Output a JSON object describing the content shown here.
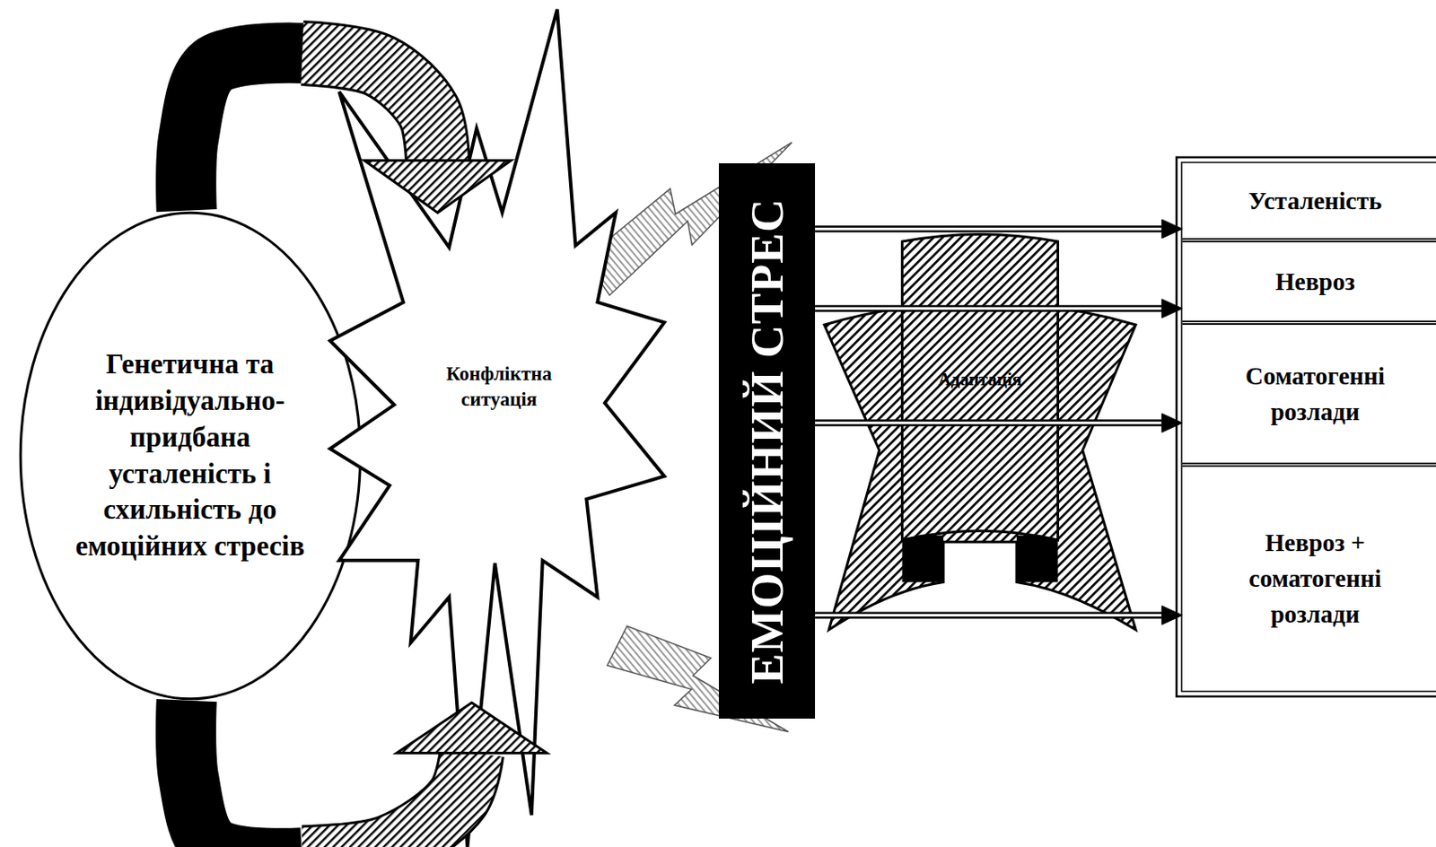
{
  "diagram": {
    "nodes": [
      {
        "text": [
          "Генетична та індивідуально-придбана усталеність і схильність до емоційних стресів"
        ]
      },
      {
        "text": [
          "Конфліктна ситуація"
        ]
      },
      {
        "text": [
          "ЕМОЦІЙНИЙ СТРЕС"
        ]
      },
      {
        "text": [
          "Адаптація"
        ]
      },
      {
        "text": [
          "Усталеність"
        ]
      },
      {
        "text": [
          "Невроз"
        ]
      },
      {
        "text": [
          "Соматогенні розлади"
        ]
      },
      {
        "text": [
          "Невроз + соматогенні розлади"
        ]
      }
    ],
    "edges": [
      {
        "from": 0,
        "to": 1,
        "arrow": "to"
      },
      {
        "from": 0,
        "to": 1,
        "arrow": "to"
      },
      {
        "from": 1,
        "to": 2,
        "arrow": "none"
      },
      {
        "from": 1,
        "to": 2,
        "arrow": "none"
      },
      {
        "from": 2,
        "to": 4,
        "arrow": "to"
      },
      {
        "from": 2,
        "to": 5,
        "arrow": "to"
      },
      {
        "from": 2,
        "to": 6,
        "arrow": "to"
      },
      {
        "from": 2,
        "to": 7,
        "arrow": "to"
      }
    ]
  }
}
